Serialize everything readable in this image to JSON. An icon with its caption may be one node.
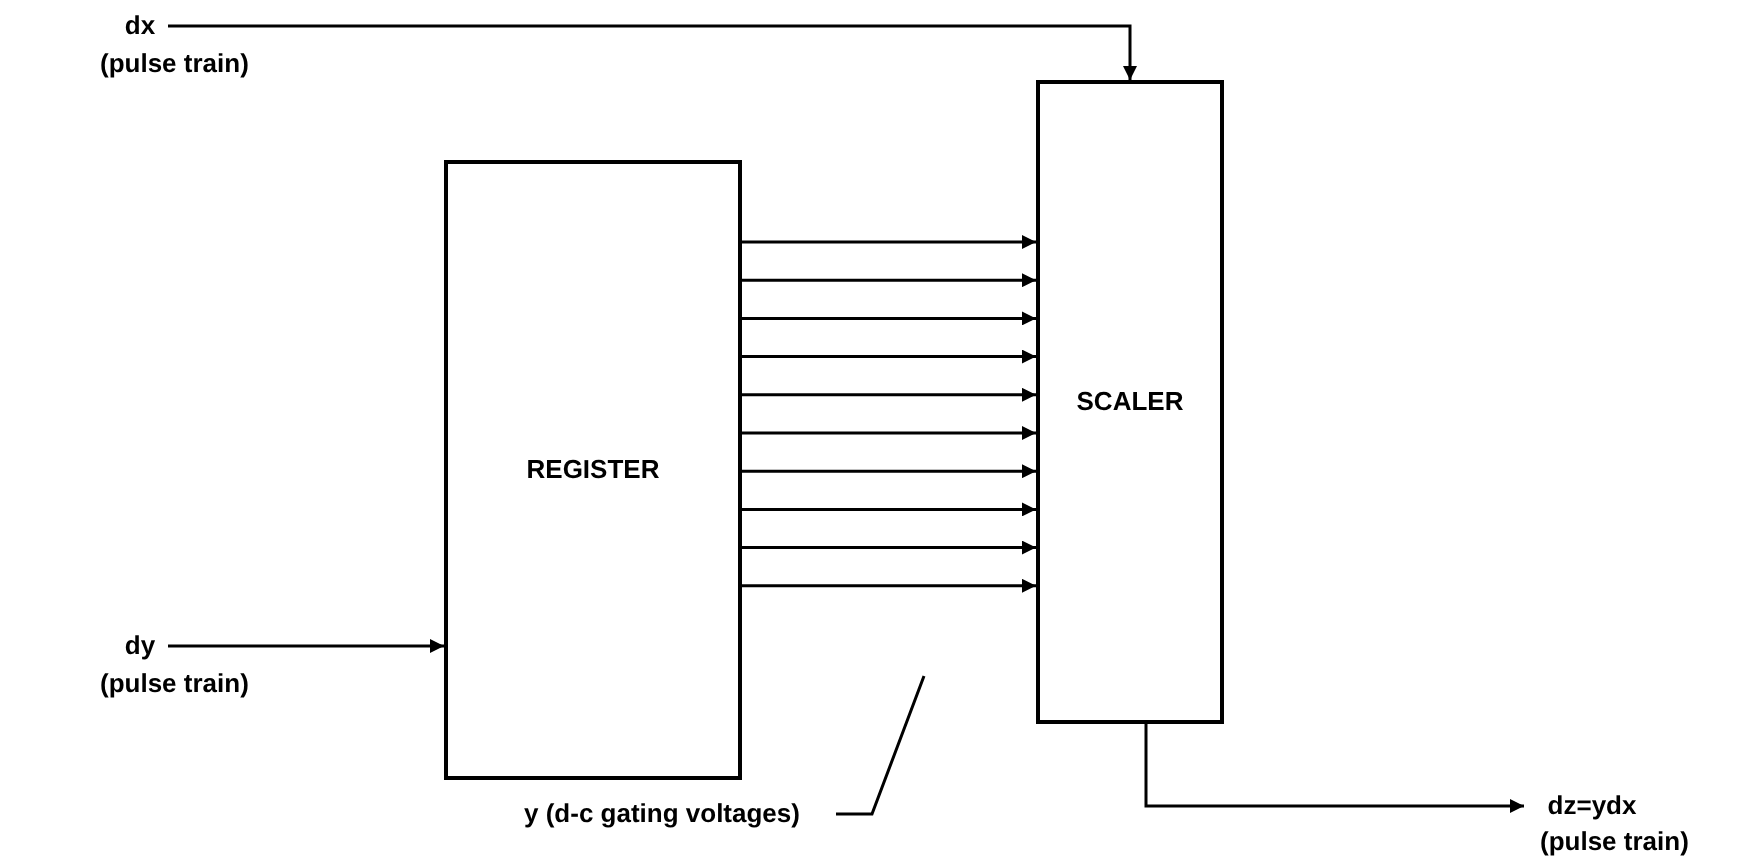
{
  "diagram": {
    "nodes": [
      {
        "text": [
          "dx"
        ],
        "beside": [
          "(pulse train)"
        ]
      },
      {
        "text": [
          "REGISTER"
        ]
      },
      {
        "text": [
          "SCALER"
        ]
      },
      {
        "text": [
          "dy"
        ],
        "beside": [
          "(pulse train)"
        ]
      },
      {
        "text": [
          "dz=ydx"
        ],
        "beside": [
          "(pulse train)"
        ]
      },
      {
        "text": [
          "y (d-c gating voltages)"
        ]
      }
    ],
    "edges": [
      {
        "from": 0,
        "to": 2,
        "arrow": "to"
      },
      {
        "from": 1,
        "to": 2,
        "arrow": "to"
      },
      {
        "from": 1,
        "to": 2,
        "arrow": "to"
      },
      {
        "from": 1,
        "to": 2,
        "arrow": "to"
      },
      {
        "from": 1,
        "to": 2,
        "arrow": "to"
      },
      {
        "from": 1,
        "to": 2,
        "arrow": "to"
      },
      {
        "from": 1,
        "to": 2,
        "arrow": "to"
      },
      {
        "from": 1,
        "to": 2,
        "arrow": "to"
      },
      {
        "from": 1,
        "to": 2,
        "arrow": "to"
      },
      {
        "from": 1,
        "to": 2,
        "arrow": "to"
      },
      {
        "from": 1,
        "to": 2,
        "arrow": "to"
      },
      {
        "from": 3,
        "to": 1,
        "arrow": "to"
      },
      {
        "from": 2,
        "to": 4,
        "arrow": "to"
      },
      {
        "from": 5,
        "to": null,
        "arrow": "none"
      }
    ]
  }
}
